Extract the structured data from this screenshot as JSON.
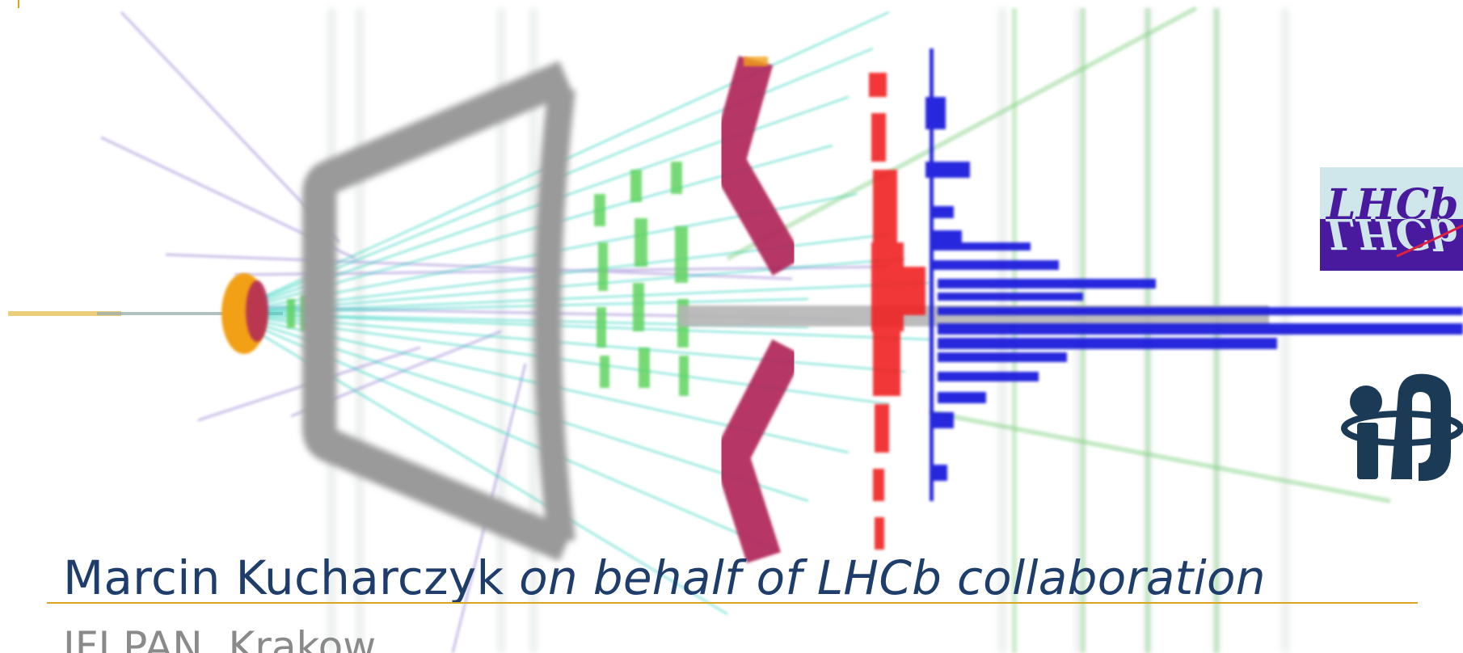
{
  "slide": {
    "author_name": "Marcin Kucharczyk",
    "author_role": "on behalf of LHCb collaboration",
    "affiliation": "IFJ PAN, Krakow"
  },
  "logos": {
    "lhcb": "LHCb",
    "lhcb_mirror": "LHCb",
    "ifj": "ifj"
  },
  "colors": {
    "title_blue": "#1f3d6b",
    "accent_gold": "#d9a521",
    "affiliation_gray": "#8a8a8a",
    "lhcb_purple": "#4a1a9e",
    "lhcb_panel_top": "#cfe6ea",
    "ifj_navy": "#1b3a56",
    "track_cyan": "#3fd6c6",
    "track_purple": "#9b84d6",
    "hit_green": "#5fd35f",
    "calo_red": "#f02020",
    "muon_blue": "#1a1adc",
    "rich_maroon": "#b0285a",
    "vertex_orange": "#f2a012",
    "magnet_gray": "#9a9a9a"
  }
}
